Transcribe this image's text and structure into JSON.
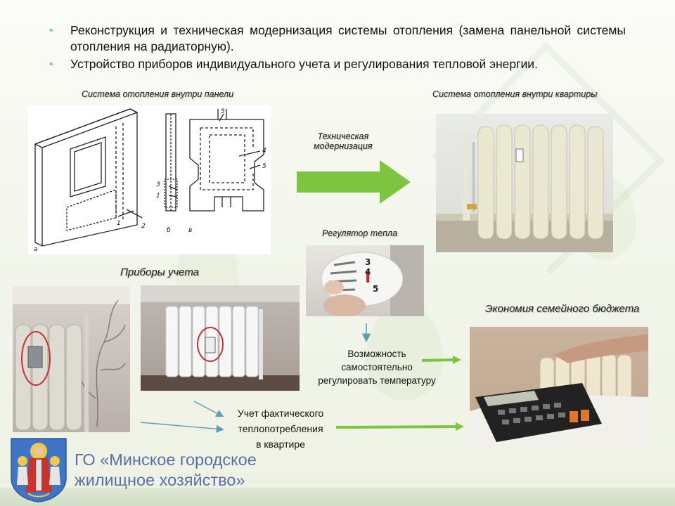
{
  "bullets": [
    "Реконструкция и техническая модернизация системы отопления (замена панельной системы отопления на радиаторную).",
    "Устройство приборов индивидуального учета и регулирования тепловой энергии."
  ],
  "captions": {
    "panel_system": "Система отопления  внутри панели",
    "apartment_system": "Система отопления  внутри квартиры",
    "modernization": "Техническая\nмодернизация",
    "heat_regulator": "Регулятор  тепла",
    "meters": "Приборы учета",
    "budget": "Экономия семейного бюджета"
  },
  "texts": {
    "self_regulate": "Возможность\nсамостоятельно\nрегулировать температуру",
    "actual_consumption": "Учет фактического\nтеплопотребления\nв квартире"
  },
  "diagram_labels": {
    "l1a": "1",
    "l2": "2",
    "a": "а",
    "b": "б",
    "l3": "3",
    "l1b": "1",
    "v": "в",
    "l5top": "5",
    "l4": "4",
    "l5": "5"
  },
  "regulator_scale": {
    "n3": "3",
    "n4": "4",
    "n5": "5"
  },
  "logo": {
    "line1": "ГО «Минское городское",
    "line2": "жилищное хозяйство»"
  },
  "colors": {
    "arrow_green": "#7dc440",
    "line_teal": "#5b9fb3",
    "bullet": "#7fbfbf",
    "logo_blue": "#5a6fa6"
  }
}
